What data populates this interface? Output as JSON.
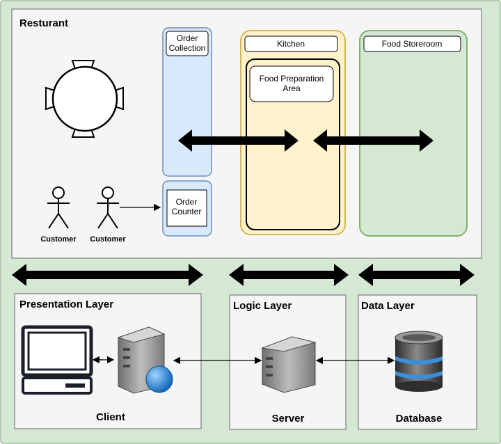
{
  "restaurant": {
    "title": "Resturant",
    "order_collection": {
      "line1": "Order",
      "line2": "Collection"
    },
    "order_counter": {
      "line1": "Order",
      "line2": "Counter"
    },
    "kitchen": {
      "label": "Kitchen"
    },
    "food_prep": {
      "line1": "Food Preparation",
      "line2": "Area"
    },
    "storeroom": {
      "label": "Food Storeroom"
    },
    "customers": [
      "Customer",
      "Customer"
    ]
  },
  "layers": {
    "presentation": {
      "title": "Presentation Layer",
      "caption": "Client"
    },
    "logic": {
      "title": "Logic Layer",
      "caption": "Server"
    },
    "data": {
      "title": "Data Layer",
      "caption": "Database"
    }
  },
  "colors": {
    "outer_bg": "#d5e8d4",
    "panel_bg": "#f5f5f5",
    "blue_fill": "#dae8fc",
    "blue_stroke": "#6c8ebf",
    "yellow_fill": "#fff2cc",
    "yellow_stroke": "#d6b656",
    "green_fill": "#d5e8d4",
    "green_stroke": "#82b366",
    "globe": "#1f8ee0"
  },
  "icons": {
    "table": "round-table-icon",
    "customer": "person-icon",
    "client": "monitor-icon",
    "web_server": "web-server-icon",
    "server": "server-tower-icon",
    "database": "database-cylinder-icon"
  }
}
